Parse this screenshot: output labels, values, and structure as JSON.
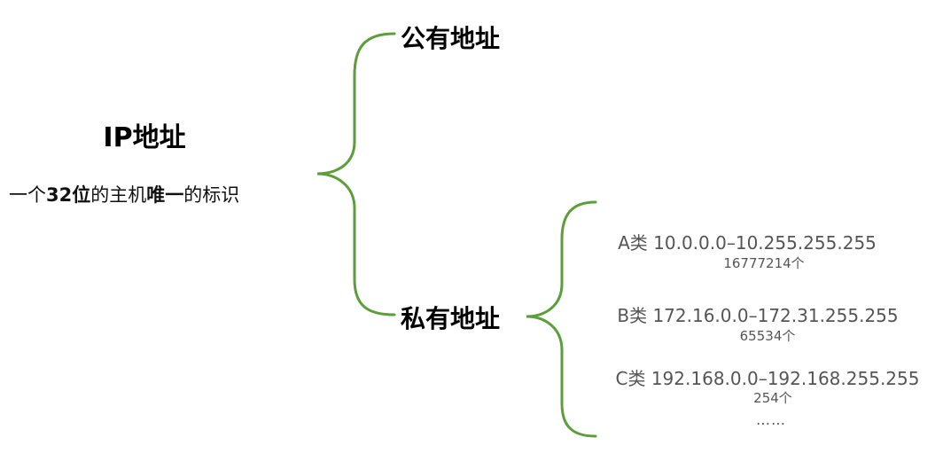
{
  "root": {
    "title": "IP地址",
    "description": {
      "part1": "一个",
      "part2_bold": "32位",
      "part3": "的主机",
      "part4_bold": "唯一",
      "part5": "的标识"
    }
  },
  "branches": {
    "public": "公有地址",
    "private": "私有地址"
  },
  "private_ranges": [
    {
      "range": "A类 10.0.0.0–10.255.255.255",
      "count": "16777214个"
    },
    {
      "range": "B类 172.16.0.0–172.31.255.255",
      "count": "65534个"
    },
    {
      "range": "C类 192.168.0.0–192.168.255.255",
      "count": "254个"
    }
  ],
  "ellipsis": "……",
  "colors": {
    "brace": "#5b9e3a",
    "text": "#000000",
    "subtext": "#555555"
  }
}
